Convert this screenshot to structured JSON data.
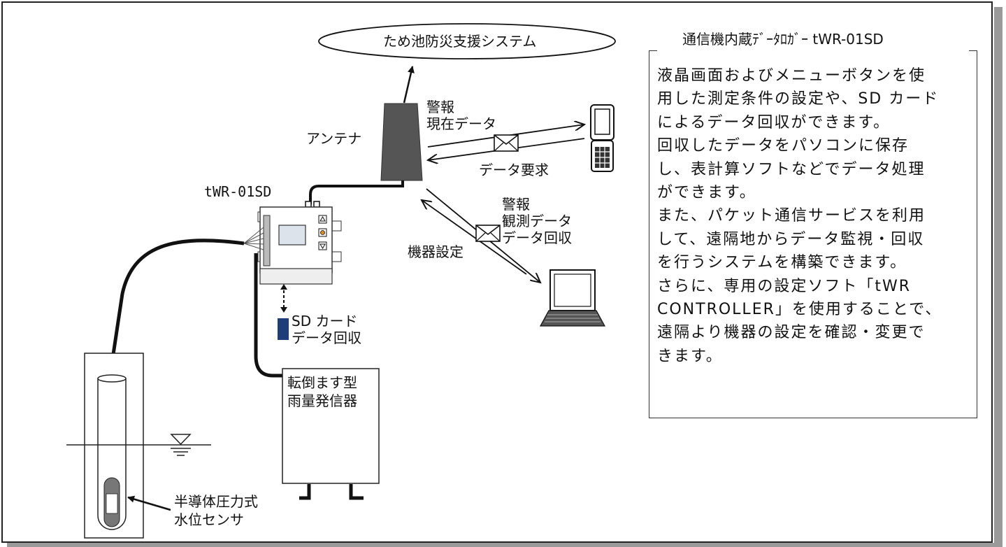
{
  "cloud_label": "ため池防災支援システム",
  "antenna_label": "アンテナ",
  "logger_label": "tWR-01SD",
  "phone_link": {
    "up_line1": "警報",
    "up_line2": "現在データ",
    "down": "データ要求"
  },
  "pc_link": {
    "line1": "警報",
    "line2": "観測データ",
    "line3": "データ回収",
    "reverse": "機器設定"
  },
  "sd_card": {
    "line1": "SD カード",
    "line2": "データ回収"
  },
  "rain_gauge": {
    "line1": "転倒ます型",
    "line2": "雨量発信器"
  },
  "water_sensor": {
    "line1": "半導体圧力式",
    "line2": "水位センサ"
  },
  "panel": {
    "title": "通信機内蔵ﾃﾞｰﾀﾛｶﾞｰ tWR-01SD",
    "lines": [
      "液晶画面およびメニューボタンを使",
      "用した測定条件の設定や、SD カード",
      "によるデータ回収ができます。",
      "回収したデータをパソコンに保存",
      "し、表計算ソフトなどでデータ処理",
      "ができます。",
      "また、パケット通信サービスを利用",
      "して、遠隔地からデータ監視・回収",
      "を行うシステムを構築できます。",
      "さらに、専用の設定ソフト「tWR",
      "CONTROLLER」を使用することで、",
      "遠隔より機器の設定を確認・変更で",
      "きます。"
    ]
  },
  "icons": [
    "envelope-icon",
    "mobile-phone-icon",
    "laptop-icon",
    "sd-card-icon",
    "water-level-icon",
    "antenna-icon",
    "data-logger-icon"
  ]
}
